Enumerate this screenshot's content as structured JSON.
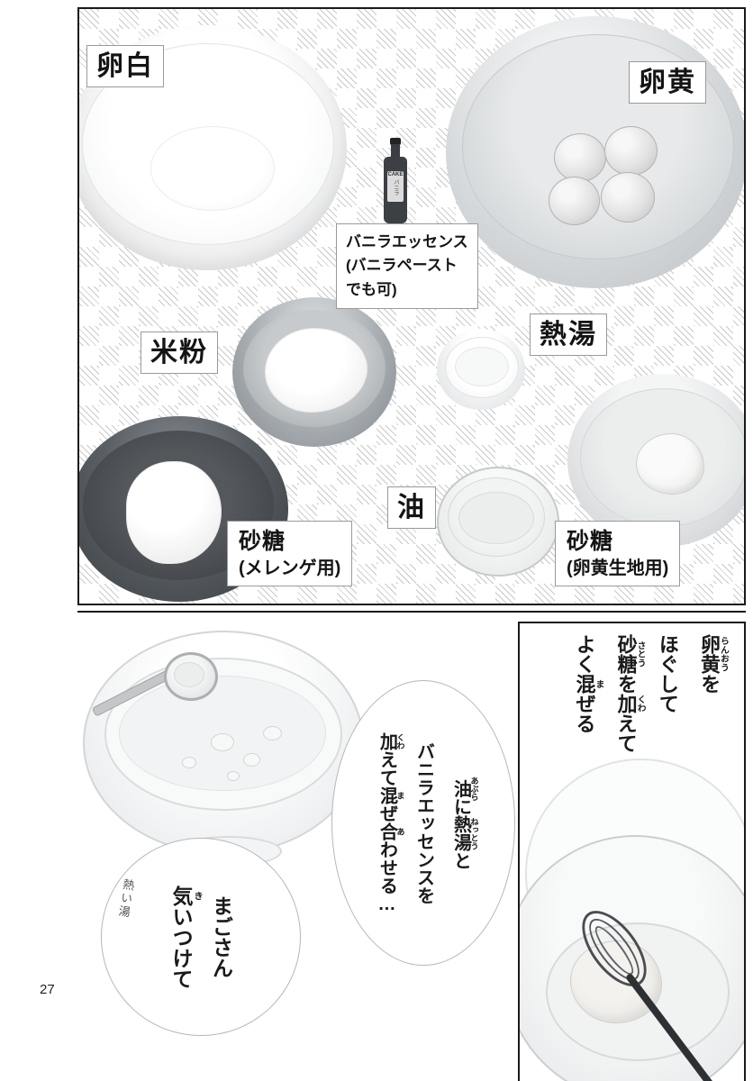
{
  "page_number": "27",
  "ink_color": "#1a1a1a",
  "ingredients_panel": {
    "labels": {
      "egg_white": "卵白",
      "egg_yolk": "卵黄",
      "vanilla": [
        "バニラエッセンス",
        "(バニラペースト",
        "でも可)"
      ],
      "rice_flour": "米粉",
      "hot_water": "熱湯",
      "oil": "油",
      "sugar_meringue": [
        "砂糖",
        "(メレンゲ用)"
      ],
      "sugar_yolk": [
        "砂糖",
        "(卵黄生地用)"
      ]
    },
    "bottle_label_1": "CAKE",
    "bottle_label_2": "バニラ"
  },
  "instruction_panel": {
    "lines": [
      [
        {
          "t": "卵黄",
          "r": "らんおう"
        },
        {
          "t": "を"
        }
      ],
      [
        {
          "t": "ほぐして"
        }
      ],
      [
        {
          "t": "砂糖",
          "r": "さとう"
        },
        {
          "t": "を"
        },
        {
          "t": "加",
          "r": "くわ"
        },
        {
          "t": "えて"
        }
      ],
      [
        {
          "t": "よく"
        },
        {
          "t": "混",
          "r": "ま"
        },
        {
          "t": "ぜる"
        }
      ]
    ]
  },
  "mixing_panel": {
    "speech_bubble": {
      "lines": [
        [
          {
            "t": "油",
            "r": "あぶら"
          },
          {
            "t": "に"
          },
          {
            "t": "熱湯",
            "r": "ねっとう"
          },
          {
            "t": "と"
          }
        ],
        [
          {
            "t": "バニラエッセンスを"
          }
        ],
        [
          {
            "t": "加",
            "r": "くわ"
          },
          {
            "t": "えて"
          },
          {
            "t": "混",
            "r": "ま"
          },
          {
            "t": "ぜ"
          },
          {
            "t": "合",
            "r": "あ"
          },
          {
            "t": "わせる…"
          }
        ]
      ]
    },
    "warning_bubble": {
      "lines": [
        [
          {
            "t": "まごさん"
          }
        ],
        [
          {
            "t": "気",
            "r": "き"
          },
          {
            "t": "いつけて"
          }
        ]
      ]
    },
    "handwritten_note": "熱い湯"
  }
}
